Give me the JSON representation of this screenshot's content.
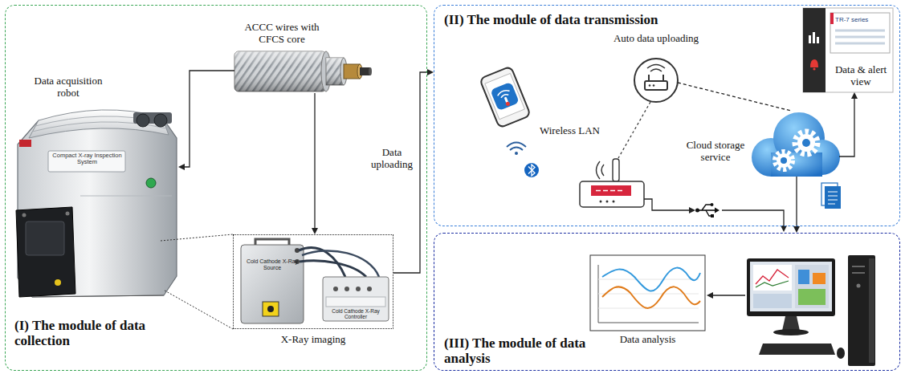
{
  "diagram": {
    "nodes": [
      {
        "text": [
          "(I) The module of data collection"
        ]
      },
      {
        "text": [
          "Data acquisition robot"
        ],
        "in": 0
      },
      {
        "text": [
          "ACCC wires with CFCS core"
        ],
        "in": 0
      },
      {
        "text": [
          "X-Ray imaging"
        ],
        "in": 0
      },
      {
        "text": [
          "(II) The module of data transmission"
        ]
      },
      {
        "text": [
          "Auto data uploading"
        ],
        "in": 4
      },
      {
        "text": [
          "Data & alert view"
        ],
        "in": 4
      },
      {
        "text": [
          "Cloud storage service"
        ],
        "in": 4
      },
      {
        "text": [
          "(III) The module of data analysis"
        ]
      },
      {
        "text": [
          "Data analysis"
        ],
        "in": 8
      }
    ],
    "edges": [
      {
        "from": 2,
        "to": 1,
        "arrow": "to"
      },
      {
        "from": 2,
        "to": 3,
        "arrow": "to"
      },
      {
        "from": 3,
        "to": 4,
        "arrow": "to",
        "label": "Data uploading"
      },
      {
        "from": 5,
        "to": 7,
        "arrow": "none"
      },
      {
        "from": 7,
        "to": 6,
        "arrow": "to"
      },
      {
        "from": 7,
        "to": 8,
        "arrow": "to"
      }
    ],
    "labels": [
      "Wireless LAN",
      "TR-7 series",
      "Compact X-ray Inspection System",
      "Cold Cathode X-Ray Source",
      "Cold Cathode X-Ray Controller"
    ]
  }
}
